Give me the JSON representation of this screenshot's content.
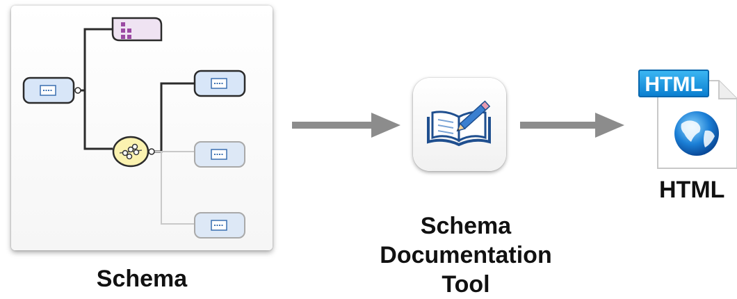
{
  "labels": {
    "schema": "Schema",
    "tool_line1": "Schema",
    "tool_line2": "Documentation",
    "tool_line3": "Tool",
    "html": "HTML"
  },
  "badges": {
    "html": "HTML"
  },
  "icons": {
    "schema_diagram": "schema-tree-icon",
    "tool": "book-pencil-icon",
    "html_file": "html-globe-file-icon",
    "flow_arrow": "right-arrow-icon"
  },
  "colors": {
    "element_box": "#d8e6f8",
    "element_border": "#2a2a2a",
    "complex_type": "#efe3f2",
    "sequence_node": "#fbf2b0",
    "arrow": "#8c8c8c",
    "badge_blue": "#1f9ae6"
  }
}
